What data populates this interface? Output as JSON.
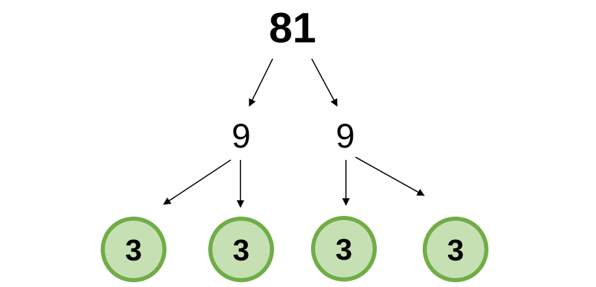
{
  "tree": {
    "root": {
      "label": "81"
    },
    "middle": [
      {
        "label": "9"
      },
      {
        "label": "9"
      }
    ],
    "leaves": [
      {
        "label": "3"
      },
      {
        "label": "3"
      },
      {
        "label": "3"
      },
      {
        "label": "3"
      }
    ]
  },
  "colors": {
    "leaf_fill": "#c6e0b4",
    "leaf_stroke": "#70ad47",
    "text": "#000000",
    "arrow": "#000000"
  }
}
